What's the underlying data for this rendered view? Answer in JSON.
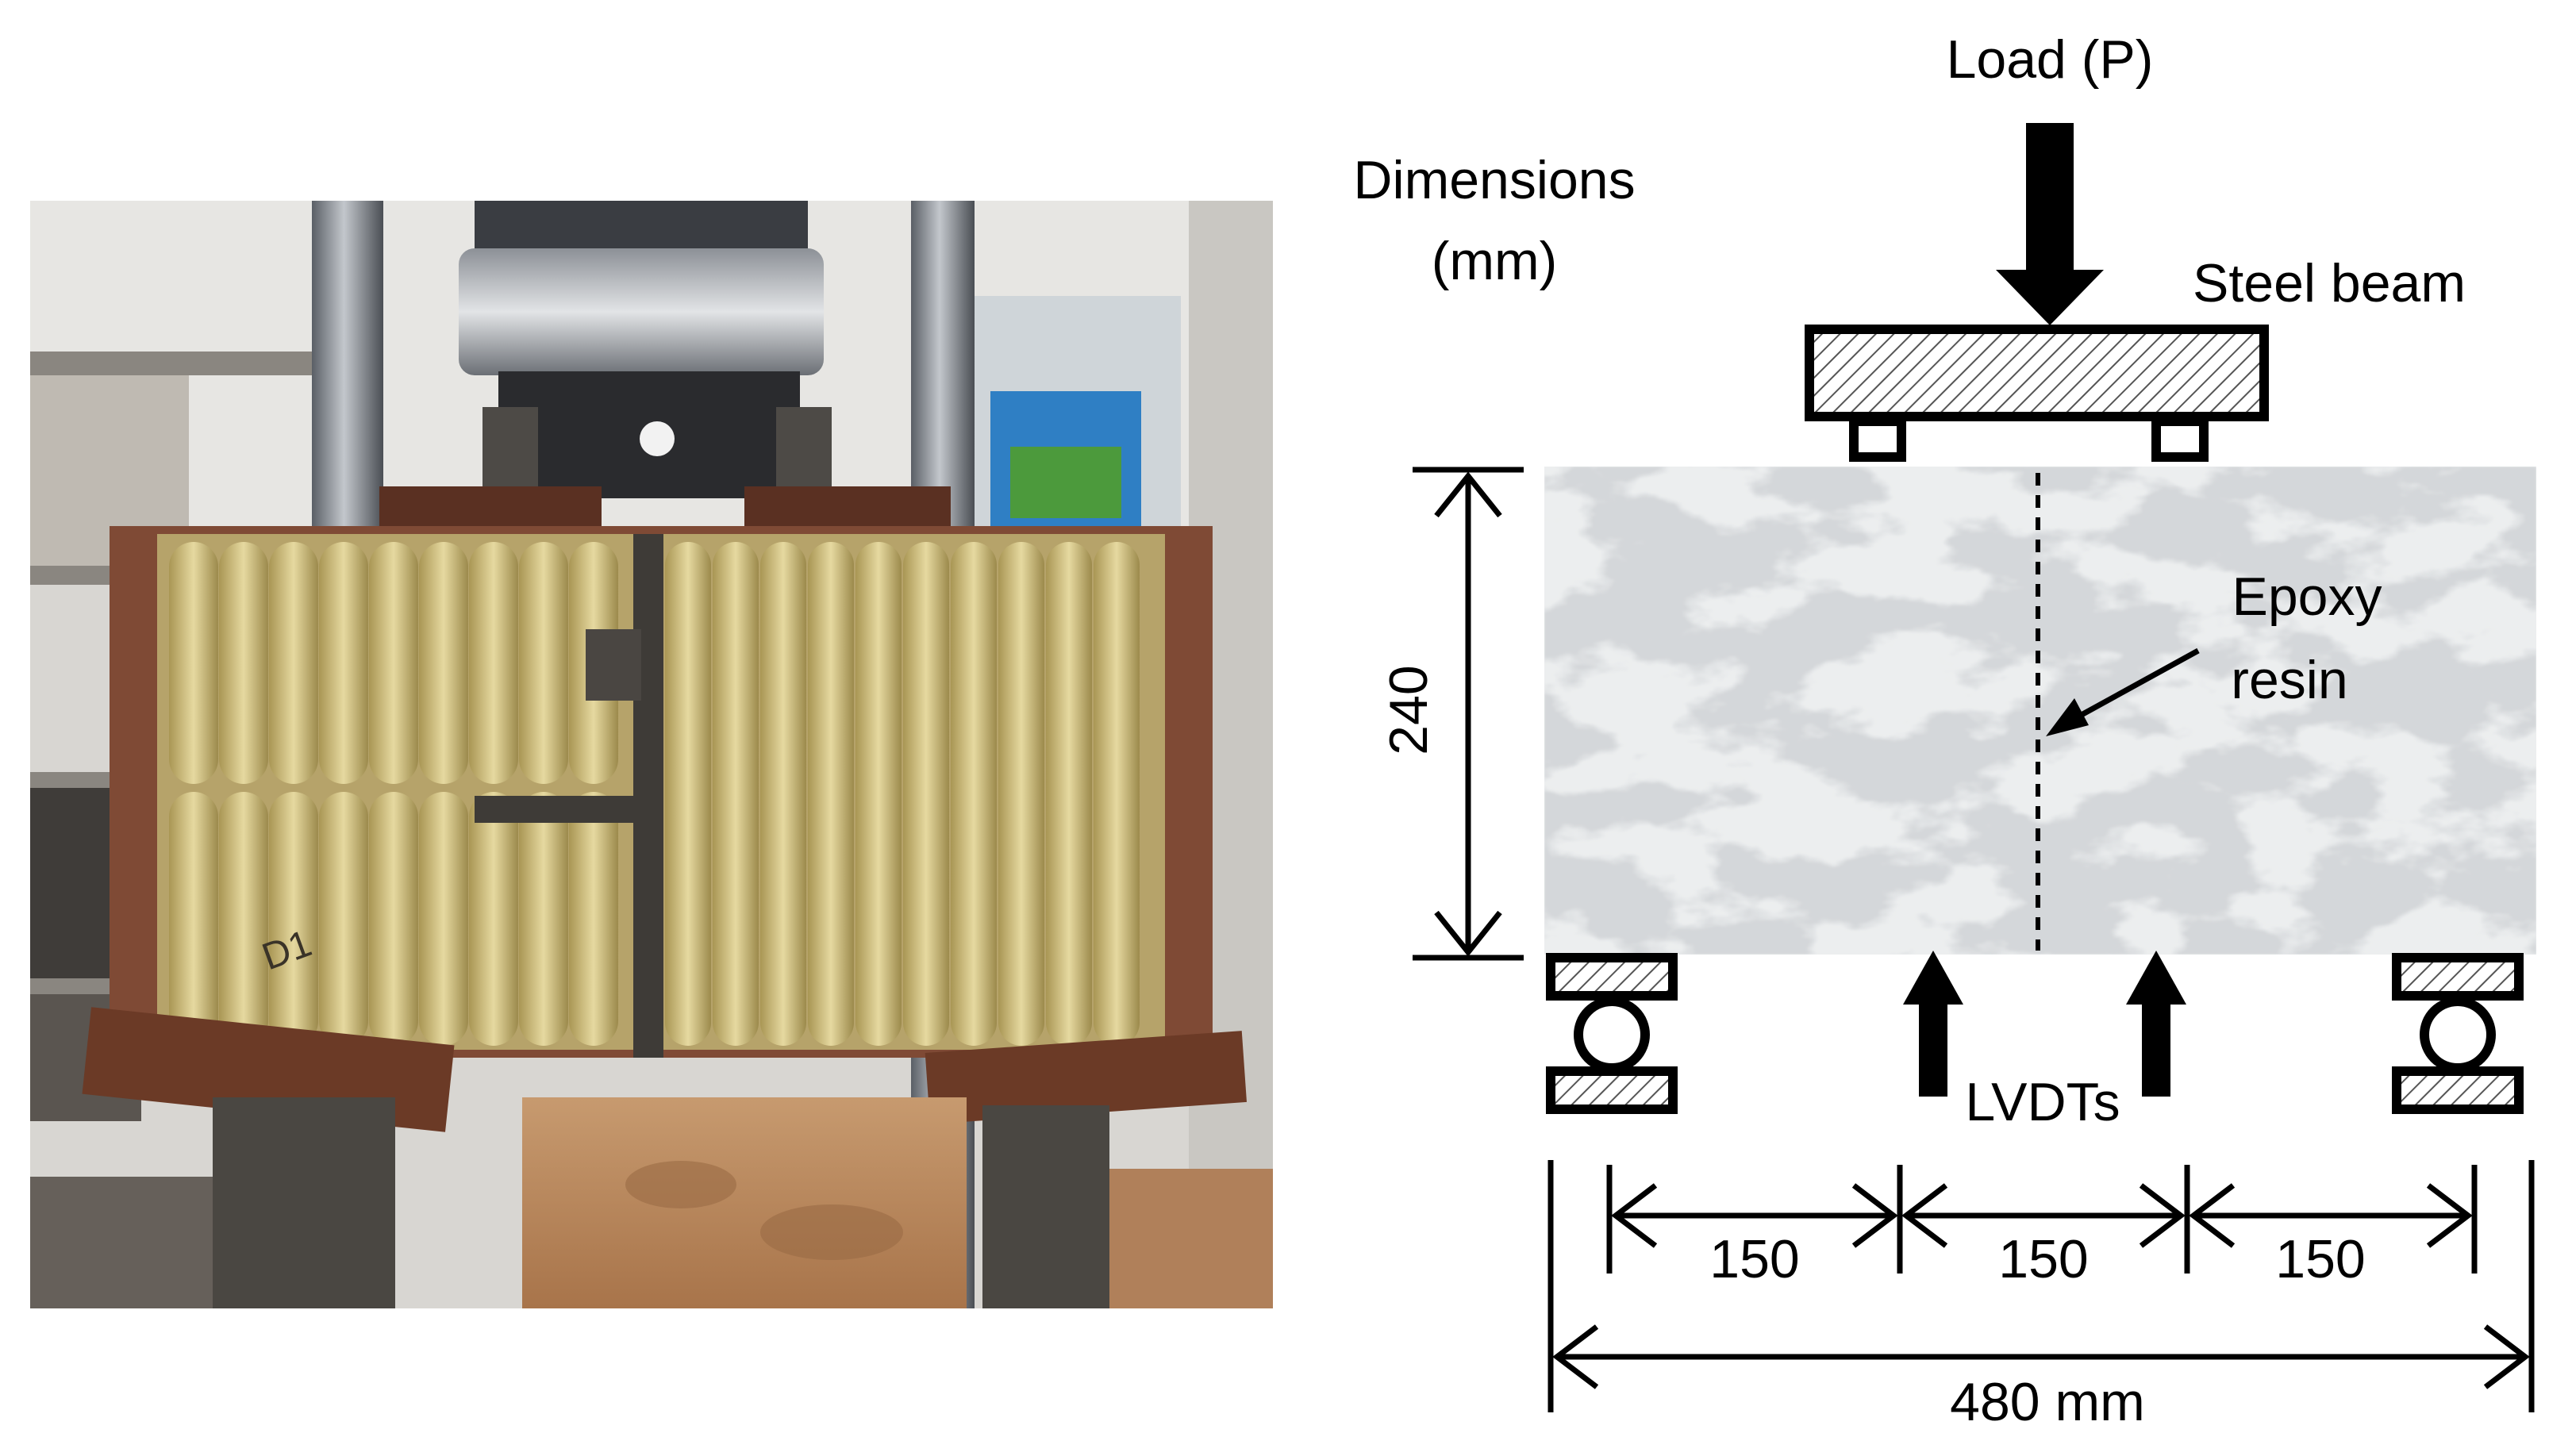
{
  "labels": {
    "load": "Load (P)",
    "dimensions_line1": "Dimensions",
    "dimensions_line2": "(mm)",
    "steel_beam": "Steel beam",
    "height": "240",
    "epoxy_line1": "Epoxy",
    "epoxy_line2": "resin",
    "lvdts": "LVDTs",
    "span_left": "150",
    "span_middle": "150",
    "span_right": "150",
    "total_length": "480 mm"
  },
  "photo": {
    "specimen_marking": "D1"
  },
  "colors": {
    "ink": "#000000",
    "marble_base": "#eceeef",
    "marble_vein": "#a9aeb2",
    "filament": "#d6c786",
    "steel_plate": "#6b3a26",
    "epoxy_mortar": "#3e3b37"
  }
}
